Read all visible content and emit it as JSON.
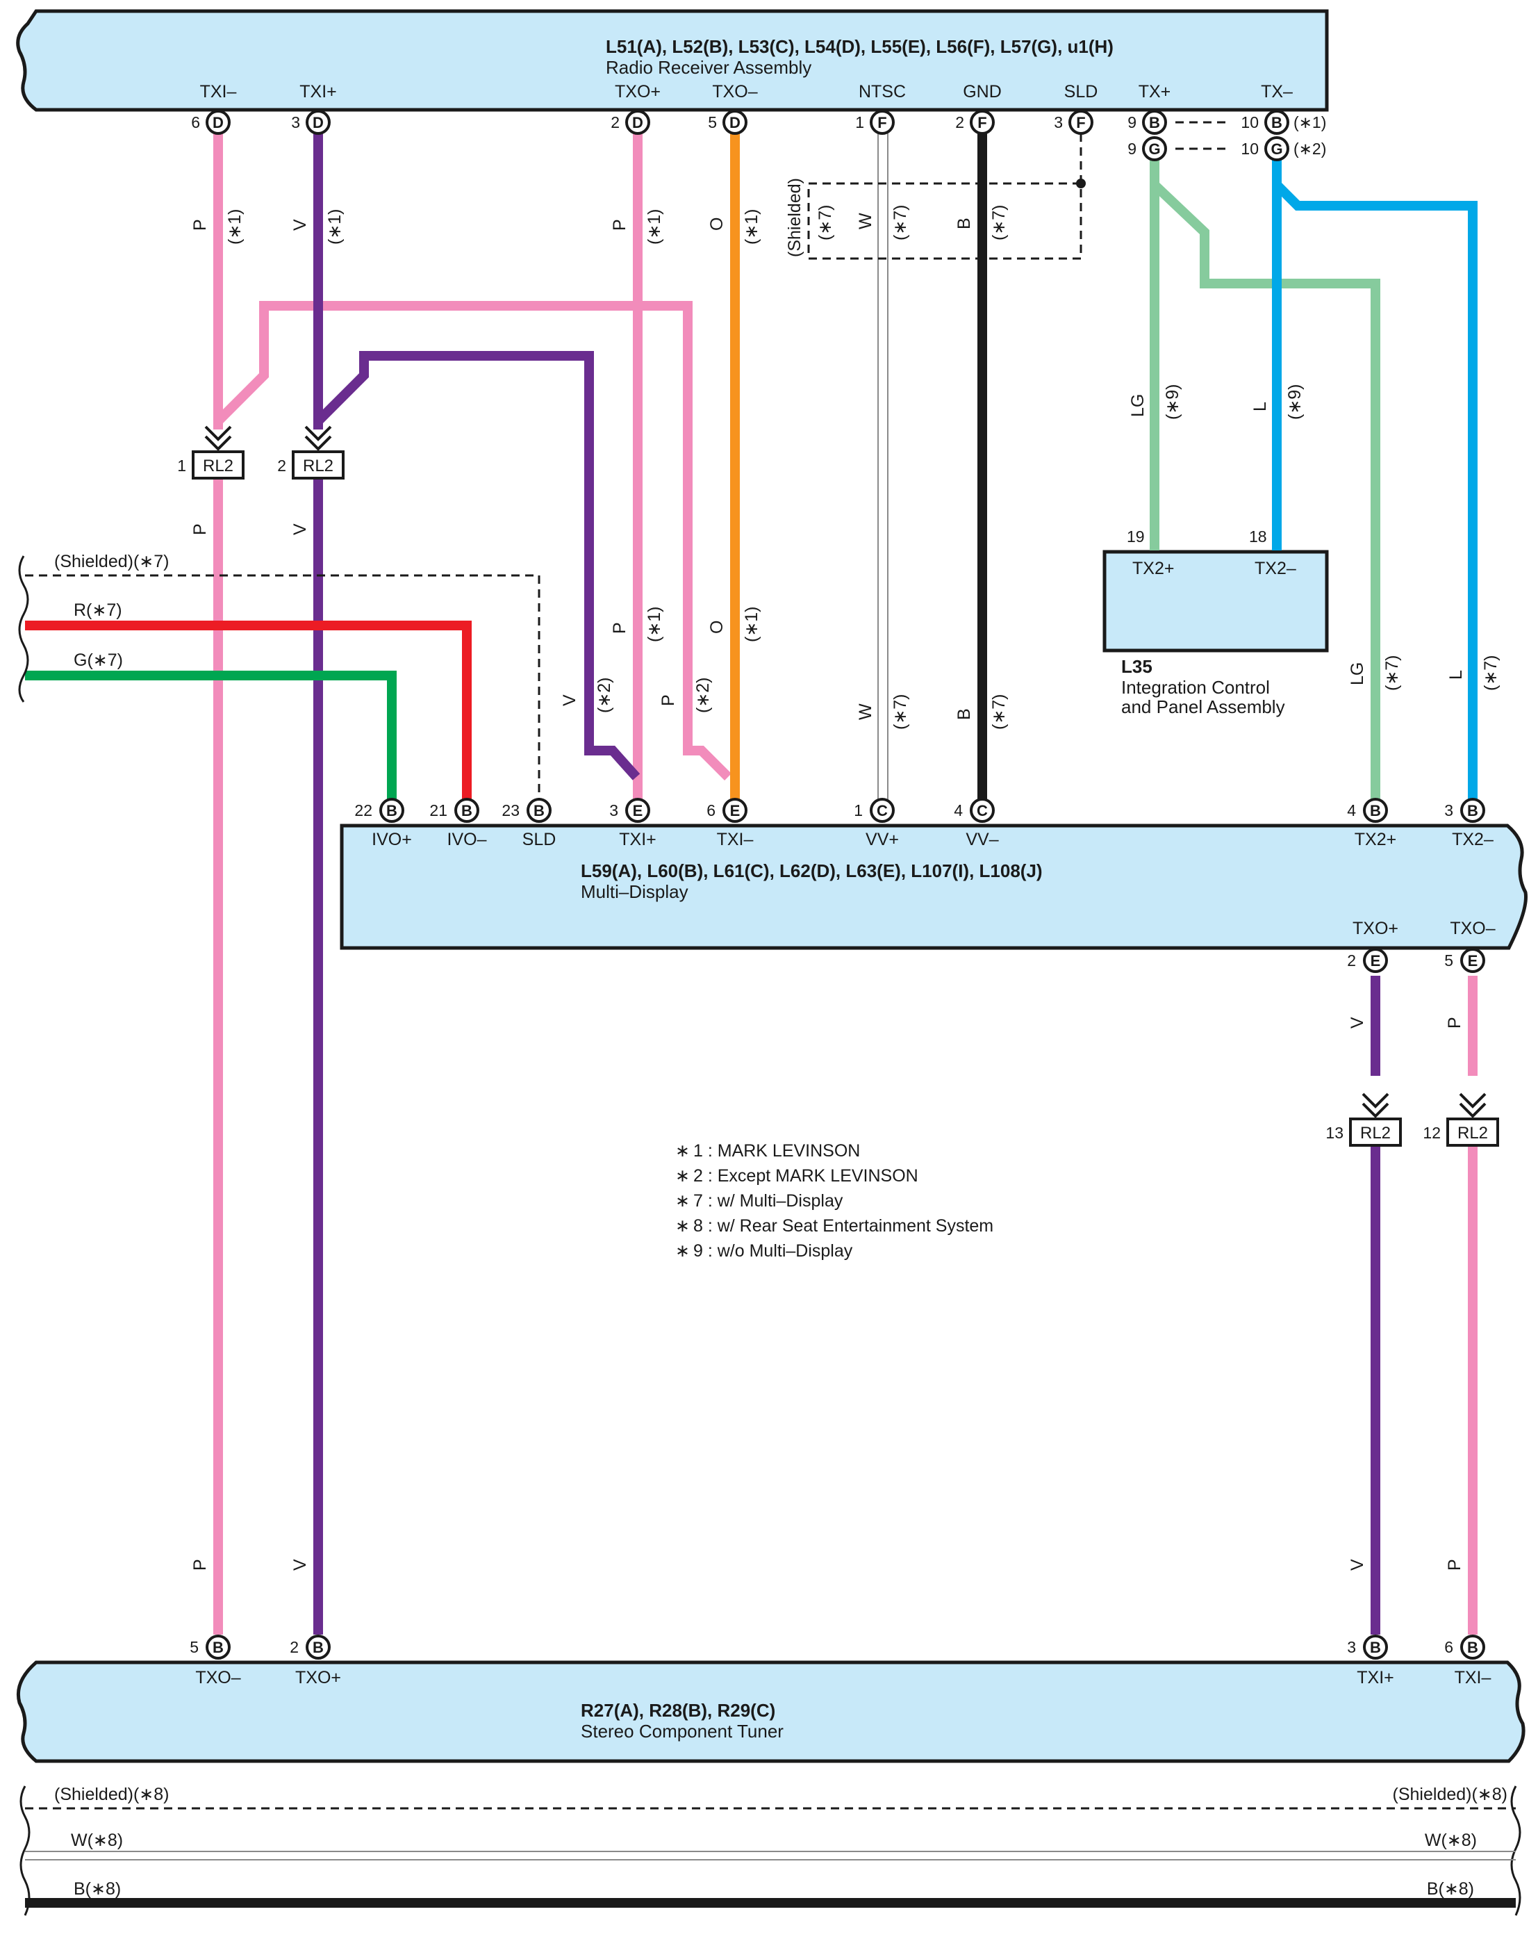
{
  "colors": {
    "component_fill": "#c8e9f9",
    "pink": "#f28cbb",
    "violet": "#6a2d8f",
    "orange": "#f7931e",
    "black": "#1a1a1a",
    "white_wire": "#9a9a9a",
    "light_green": "#86cb9d",
    "blue": "#00a8e8",
    "red": "#ec1c24",
    "green": "#00a651"
  },
  "components": {
    "radio": {
      "title": "L51(A), L52(B), L53(C), L54(D), L55(E), L56(F), L57(G), u1(H)",
      "subtitle": "Radio Receiver Assembly"
    },
    "multi": {
      "title": "L59(A), L60(B), L61(C), L62(D), L63(E), L107(I), L108(J)",
      "subtitle": "Multi–Display"
    },
    "tuner": {
      "title": "R27(A), R28(B), R29(C)",
      "subtitle": "Stereo Component Tuner"
    },
    "icp": {
      "title": "L35",
      "subtitle_1": "Integration Control",
      "subtitle_2": "and Panel Assembly",
      "sig_19": "TX2+",
      "sig_18": "TX2–",
      "pin_19": "19",
      "pin_18": "18"
    }
  },
  "radio_pins": [
    {
      "sig": "TXI–",
      "num": "6",
      "conn": "D"
    },
    {
      "sig": "TXI+",
      "num": "3",
      "conn": "D"
    },
    {
      "sig": "TXO+",
      "num": "2",
      "conn": "D"
    },
    {
      "sig": "TXO–",
      "num": "5",
      "conn": "D"
    },
    {
      "sig": "NTSC",
      "num": "1",
      "conn": "F"
    },
    {
      "sig": "GND",
      "num": "2",
      "conn": "F"
    },
    {
      "sig": "SLD",
      "num": "3",
      "conn": "F"
    },
    {
      "sig": "TX+",
      "num": "9",
      "conn": "B"
    },
    {
      "sig": "TX–",
      "num": "10",
      "conn": "B"
    },
    {
      "sig": "",
      "num": "9",
      "conn": "G"
    },
    {
      "sig": "",
      "num": "10",
      "conn": "G"
    }
  ],
  "radio_note_1": "(∗1)",
  "radio_note_2": "(∗2)",
  "multi_pins": [
    {
      "sig": "IVO+",
      "num": "22",
      "conn": "B"
    },
    {
      "sig": "IVO–",
      "num": "21",
      "conn": "B"
    },
    {
      "sig": "SLD",
      "num": "23",
      "conn": "B"
    },
    {
      "sig": "TXI+",
      "num": "3",
      "conn": "E"
    },
    {
      "sig": "TXI–",
      "num": "6",
      "conn": "E"
    },
    {
      "sig": "VV+",
      "num": "1",
      "conn": "C"
    },
    {
      "sig": "VV–",
      "num": "4",
      "conn": "C"
    },
    {
      "sig": "TX2+",
      "num": "4",
      "conn": "B"
    },
    {
      "sig": "TX2–",
      "num": "3",
      "conn": "B"
    },
    {
      "sig": "TXO+",
      "num": "2",
      "conn": "E"
    },
    {
      "sig": "TXO–",
      "num": "5",
      "conn": "E"
    }
  ],
  "tuner_pins": [
    {
      "sig": "TXO–",
      "num": "5",
      "conn": "B"
    },
    {
      "sig": "TXO+",
      "num": "2",
      "conn": "B"
    },
    {
      "sig": "TXI+",
      "num": "3",
      "conn": "B"
    },
    {
      "sig": "TXI–",
      "num": "6",
      "conn": "B"
    }
  ],
  "relays": [
    {
      "num": "1",
      "name": "RL2"
    },
    {
      "num": "2",
      "name": "RL2"
    },
    {
      "num": "13",
      "name": "RL2"
    },
    {
      "num": "12",
      "name": "RL2"
    }
  ],
  "wire_codes": {
    "P": "P",
    "V": "V",
    "O": "O",
    "W": "W",
    "B": "B",
    "LG": "LG",
    "L": "L",
    "n1": "(∗1)",
    "n2": "(∗2)",
    "n7": "(∗7)",
    "n9": "(∗9)"
  },
  "shielded_radio": "(Shielded)",
  "left_wires": {
    "shielded": "(Shielded)(∗7)",
    "r": "R(∗7)",
    "g": "G(∗7)"
  },
  "bottom_wires": {
    "shielded": "(Shielded)(∗8)",
    "w": "W(∗8)",
    "b": "B(∗8)"
  },
  "notes": [
    {
      "sym": "∗",
      "text": "1 : MARK LEVINSON"
    },
    {
      "sym": "∗",
      "text": "2 : Except MARK LEVINSON"
    },
    {
      "sym": "∗",
      "text": "7 : w/ Multi–Display"
    },
    {
      "sym": "∗",
      "text": "8 : w/ Rear Seat Entertainment System"
    },
    {
      "sym": "∗",
      "text": "9 : w/o Multi–Display"
    }
  ]
}
